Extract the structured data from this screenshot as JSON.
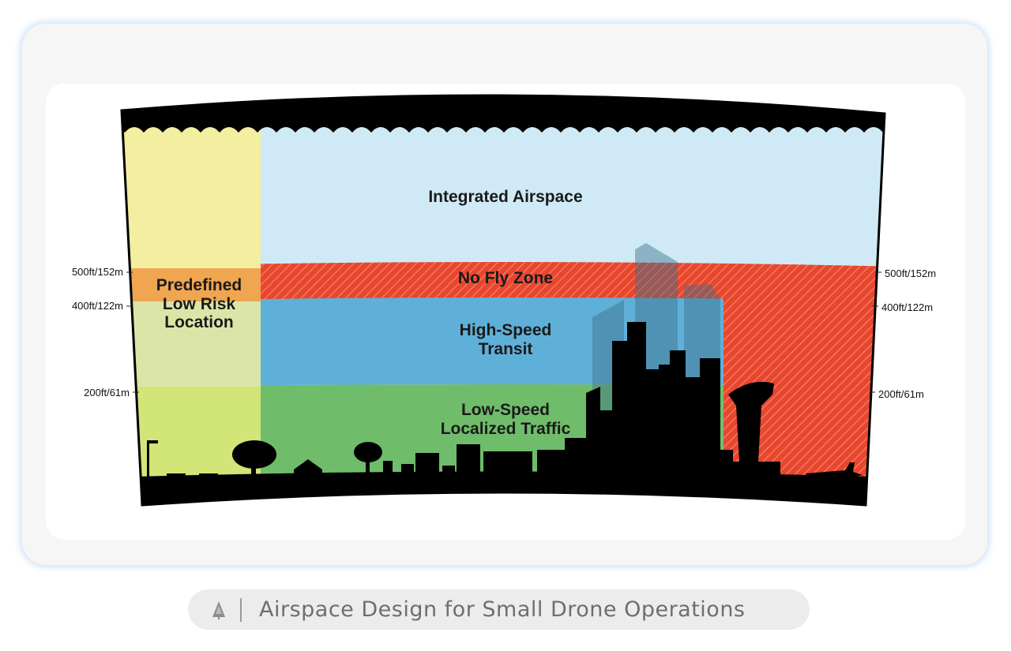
{
  "diagram": {
    "zones": {
      "integrated": "Integrated Airspace",
      "no_fly": "No Fly Zone",
      "high_speed": "High-Speed\nTransit",
      "low_speed": "Low-Speed\nLocalized Traffic",
      "low_risk": "Predefined\nLow Risk\nLocation"
    },
    "altitudes_left": [
      "500ft/152m",
      "400ft/122m",
      "200ft/61m"
    ],
    "altitudes_right": [
      "500ft/152m",
      "400ft/122m",
      "200ft/61m"
    ],
    "colors": {
      "integrated": "#cfeaf6",
      "no_fly": "#e8462e",
      "high_speed": "#5fb0d8",
      "low_speed": "#6fbd6a",
      "low_risk_top": "#f3eea0",
      "low_risk_orange": "#f0a550",
      "silhouette": "#000000"
    }
  },
  "caption": {
    "icon": "tree-icon",
    "text": "Airspace Design for Small Drone Operations"
  }
}
